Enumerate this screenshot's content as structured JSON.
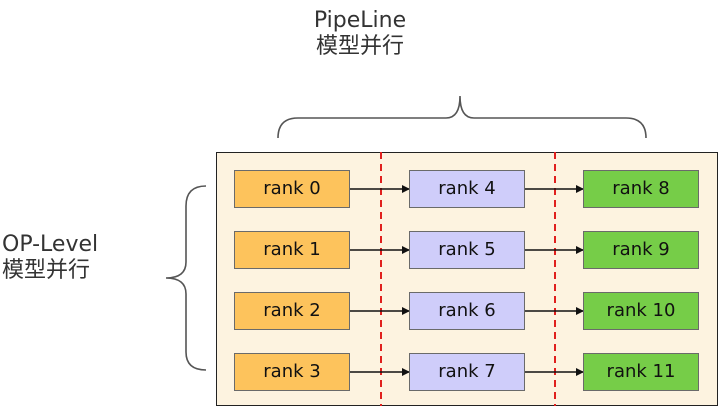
{
  "pipeline_label": {
    "line1": "PipeLine",
    "line2": "模型并行"
  },
  "op_label": {
    "line1": "OP-Level",
    "line2": "模型并行"
  },
  "colors": {
    "stage0": "#fdc35c",
    "stage1": "#cfcdfa",
    "stage2": "#76cd48",
    "divider": "#e0201e",
    "panel": "#fdf3e0"
  },
  "stages": [
    {
      "ranks": [
        "rank 0",
        "rank 1",
        "rank 2",
        "rank 3"
      ]
    },
    {
      "ranks": [
        "rank 4",
        "rank 5",
        "rank 6",
        "rank 7"
      ]
    },
    {
      "ranks": [
        "rank 8",
        "rank 9",
        "rank 10",
        "rank 11"
      ]
    }
  ]
}
